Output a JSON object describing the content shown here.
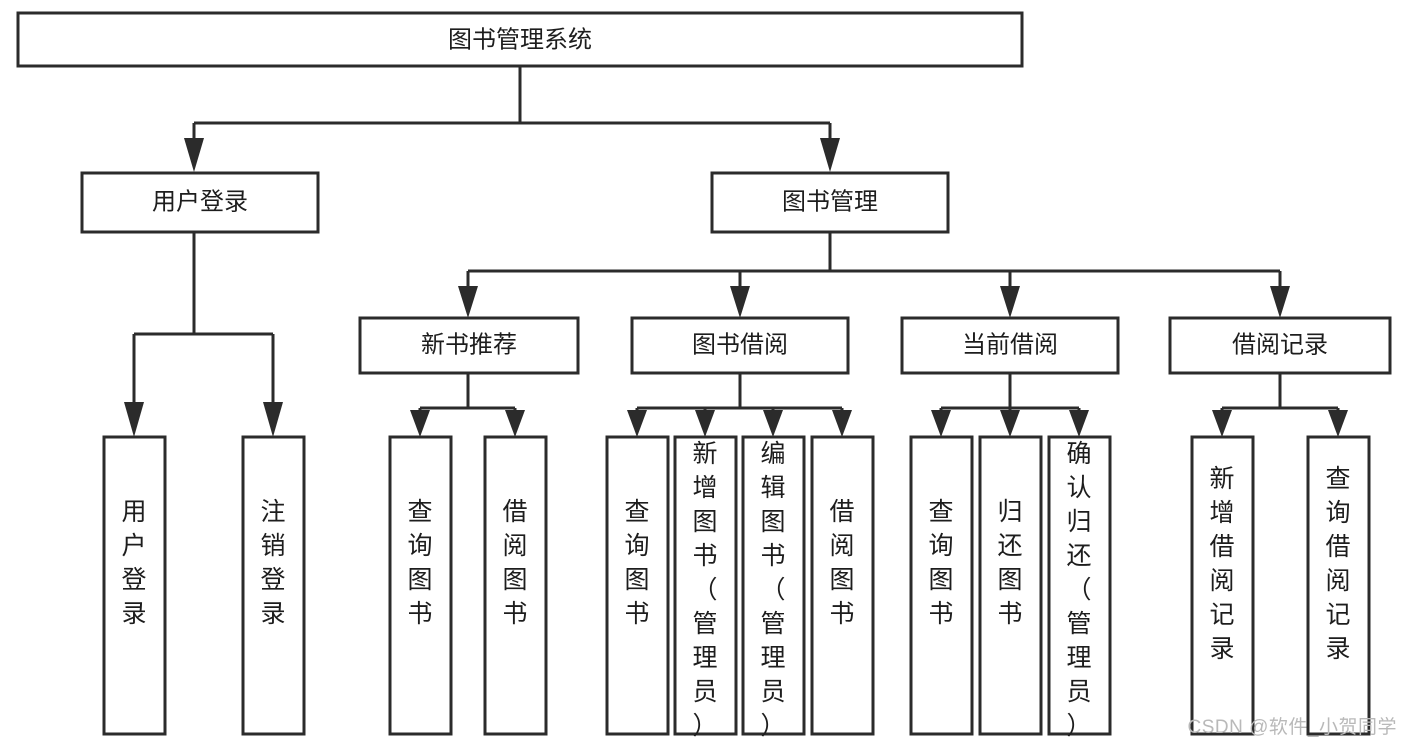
{
  "diagram": {
    "title": "图书管理系统",
    "type": "hierarchy-tree",
    "watermark": "CSDN @软件_小贺同学",
    "colors": {
      "box_stroke": "#2b2b2b",
      "box_fill": "#ffffff",
      "text": "#1d1d1d",
      "background": "#ffffff",
      "watermark": "#b9b9b9"
    },
    "root": {
      "id": "root",
      "label": "图书管理系统",
      "level": 0
    },
    "level1": [
      {
        "id": "user-login",
        "label": "用户登录",
        "level": 1
      },
      {
        "id": "book-management",
        "label": "图书管理",
        "level": 1
      }
    ],
    "level2": [
      {
        "id": "new-book-recommend",
        "label": "新书推荐",
        "level": 2,
        "parent": "book-management"
      },
      {
        "id": "book-borrow",
        "label": "图书借阅",
        "level": 2,
        "parent": "book-management"
      },
      {
        "id": "current-borrow",
        "label": "当前借阅",
        "level": 2,
        "parent": "book-management"
      },
      {
        "id": "borrow-record",
        "label": "借阅记录",
        "level": 2,
        "parent": "book-management"
      }
    ],
    "leaves": [
      {
        "id": "leaf-user-login",
        "label": "用户登录",
        "parent": "user-login"
      },
      {
        "id": "leaf-logout-login",
        "label": "注销登录",
        "parent": "user-login"
      },
      {
        "id": "leaf-query-book-1",
        "label": "查询图书",
        "parent": "new-book-recommend"
      },
      {
        "id": "leaf-borrow-book-1",
        "label": "借阅图书",
        "parent": "new-book-recommend"
      },
      {
        "id": "leaf-query-book-2",
        "label": "查询图书",
        "parent": "book-borrow"
      },
      {
        "id": "leaf-add-book",
        "label": "新增图书（管理员）",
        "parent": "book-borrow"
      },
      {
        "id": "leaf-edit-book",
        "label": "编辑图书（管理员）",
        "parent": "book-borrow"
      },
      {
        "id": "leaf-borrow-book-2",
        "label": "借阅图书",
        "parent": "book-borrow"
      },
      {
        "id": "leaf-query-book-3",
        "label": "查询图书",
        "parent": "current-borrow"
      },
      {
        "id": "leaf-return-book",
        "label": "归还图书",
        "parent": "current-borrow"
      },
      {
        "id": "leaf-confirm-return",
        "label": "确认归还（管理员）",
        "parent": "current-borrow"
      },
      {
        "id": "leaf-add-record",
        "label": "新增借阅记录",
        "parent": "borrow-record"
      },
      {
        "id": "leaf-query-record",
        "label": "查询借阅记录",
        "parent": "borrow-record"
      }
    ]
  }
}
